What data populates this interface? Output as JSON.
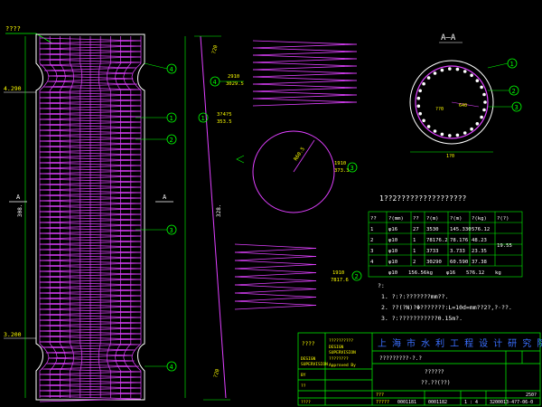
{
  "colors": {
    "background": "#000000",
    "cage": "#e040ff",
    "outline": "#ffffff",
    "dim": "#00ff00",
    "frame": "#00ff00",
    "text_yellow": "#ffff00",
    "leader": "#00ff00",
    "hatch_grid": "#3a6fff"
  },
  "header_label": "????",
  "elevations": {
    "top": "4.290",
    "bottom": "3.200"
  },
  "section_mark": "A",
  "section_title": "A—A",
  "callouts": [
    "1",
    "2",
    "3",
    "4"
  ],
  "pile_dim_side": "308.",
  "pile_dim_mid": "328.",
  "spiral_top": {
    "a": "2910",
    "b": "3029.5"
  },
  "spiral_bot": {
    "a": "1910",
    "b": "7817.6"
  },
  "bar_label_a": {
    "a": "3?4?5",
    "b": "353.5"
  },
  "ring": {
    "a": "1910",
    "b": "373.3",
    "r": "R60.5"
  },
  "section_dims": {
    "d1": "1?0",
    "d2": "640",
    "d3": "??0"
  },
  "table": {
    "title": "1??2????????????????",
    "headers": [
      "??",
      "?(mm)",
      "??",
      "?(m)",
      "?(m)",
      "?(kg)",
      "?(?)"
    ],
    "rows": [
      [
        "1",
        "φ16",
        "27",
        "3530",
        "145.330",
        "576.12",
        "19.55"
      ],
      [
        "2",
        "φ10",
        "1",
        "78176.2",
        "78.176",
        "48.23",
        ""
      ],
      [
        "3",
        "φ10",
        "1",
        "3733",
        "3.733",
        "23.35",
        ""
      ],
      [
        "4",
        "φ10",
        "2",
        "30290",
        "60.590",
        "37.38",
        ""
      ]
    ],
    "footer": [
      "φ10",
      "156.56kg",
      "φ16",
      "576.12",
      "kg"
    ]
  },
  "notes": [
    "?:",
    "1. ?:?:???????mm??.",
    "2. ??(?N)?Φ???????:L=10d=mm??2?,?·??.",
    "3. ?:???????????0.15m?."
  ],
  "title_block": {
    "company": "上 海 市 水 利 工 程 设 计 研 究 院",
    "project": "?????????·?.?",
    "drawing": "??????",
    "drawing_sub": "??.??(??)",
    "stamp_title": "????",
    "stamp_lines": [
      "??????????",
      "DESIGN",
      "SUPERVISION",
      "????????",
      "Approved By"
    ],
    "left_labels": [
      "???",
      "DESIGN",
      "SUPERVISION",
      "BY",
      "??",
      "????"
    ],
    "rows": [
      "?",
      "??",
      "??",
      "???",
      "??",
      "?????"
    ],
    "code": "3200013-4?7-06-0",
    "date_a": "0001181",
    "date_b": "0001182",
    "scale": "1 : 4",
    "sheet": "250?"
  }
}
